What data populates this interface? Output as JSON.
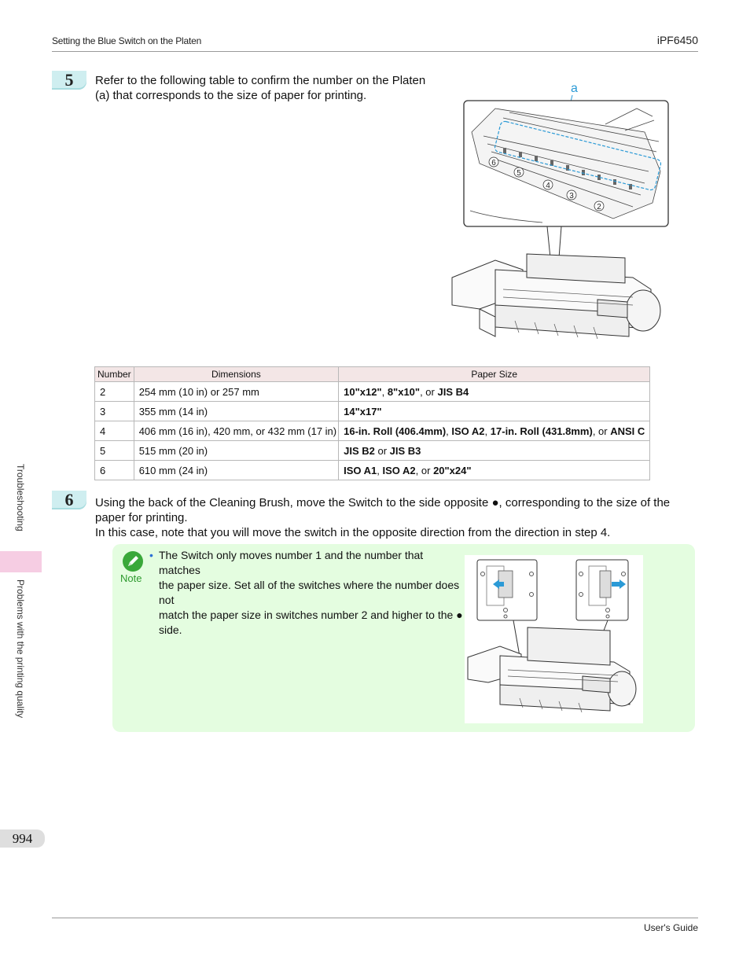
{
  "header": {
    "section_title": "Setting the Blue Switch on the Platen",
    "model": "iPF6450"
  },
  "footer": {
    "guide": "User's Guide",
    "page_number": "994"
  },
  "side_tab": {
    "chapter": "Troubleshooting",
    "section": "Problems with the printing quality"
  },
  "step5": {
    "number": "5",
    "line1": "Refer to the following table to confirm the number on the Platen",
    "line2": "(a) that corresponds to the size of paper for printing.",
    "figure_label": "a",
    "callouts": [
      "6",
      "5",
      "4",
      "3",
      "2"
    ]
  },
  "table": {
    "headers": [
      "Number",
      "Dimensions",
      "Paper Size"
    ],
    "rows": [
      {
        "number": "2",
        "dimensions": "254 mm (10 in) or 257 mm",
        "size_a": "10\"x12\"",
        "sep1": ", ",
        "size_b": "8\"x10\"",
        "sep2": ", or ",
        "size_c": "JIS B4"
      },
      {
        "number": "3",
        "dimensions": "355 mm (14 in)",
        "size_a": "14\"x17\""
      },
      {
        "number": "4",
        "dimensions": "406 mm (16 in), 420 mm, or 432 mm (17 in)",
        "size_a": "16-in. Roll (406.4mm)",
        "sep1": ", ",
        "size_b": "ISO A2",
        "sep2": ", ",
        "size_c": "17-in. Roll (431.8mm)",
        "sep3": ", or ",
        "size_d": "ANSI C"
      },
      {
        "number": "5",
        "dimensions": "515 mm (20 in)",
        "size_a": "JIS B2",
        "sep1": " or ",
        "size_b": "JIS B3"
      },
      {
        "number": "6",
        "dimensions": "610 mm (24 in)",
        "size_a": "ISO A1",
        "sep1": ", ",
        "size_b": "ISO A2",
        "sep2": ", or ",
        "size_c": "20\"x24\""
      }
    ]
  },
  "step6": {
    "number": "6",
    "line1": "Using the back of the Cleaning Brush, move the Switch to the side opposite ●, corresponding to the size of the",
    "line2": "paper for printing.",
    "line3": "In this case, note that you will move the switch in the opposite direction from the direction in step 4."
  },
  "note": {
    "label": "Note",
    "bullet": "•",
    "line1": "The Switch only moves number 1 and the number that matches",
    "line2": "the paper size. Set all of the switches where the number does not",
    "line3": "match the paper size in switches number 2 and higher to the ●",
    "line4": "side."
  },
  "colors": {
    "step_badge": "#cfeef0",
    "note_bg": "#e4fde0",
    "side_tab": "#f6cde3",
    "table_header": "#f3e6e6",
    "accent_blue": "#2b9ad6"
  },
  "icons": [
    "pencil-note-icon",
    "arrow-left-icon",
    "arrow-right-icon"
  ]
}
